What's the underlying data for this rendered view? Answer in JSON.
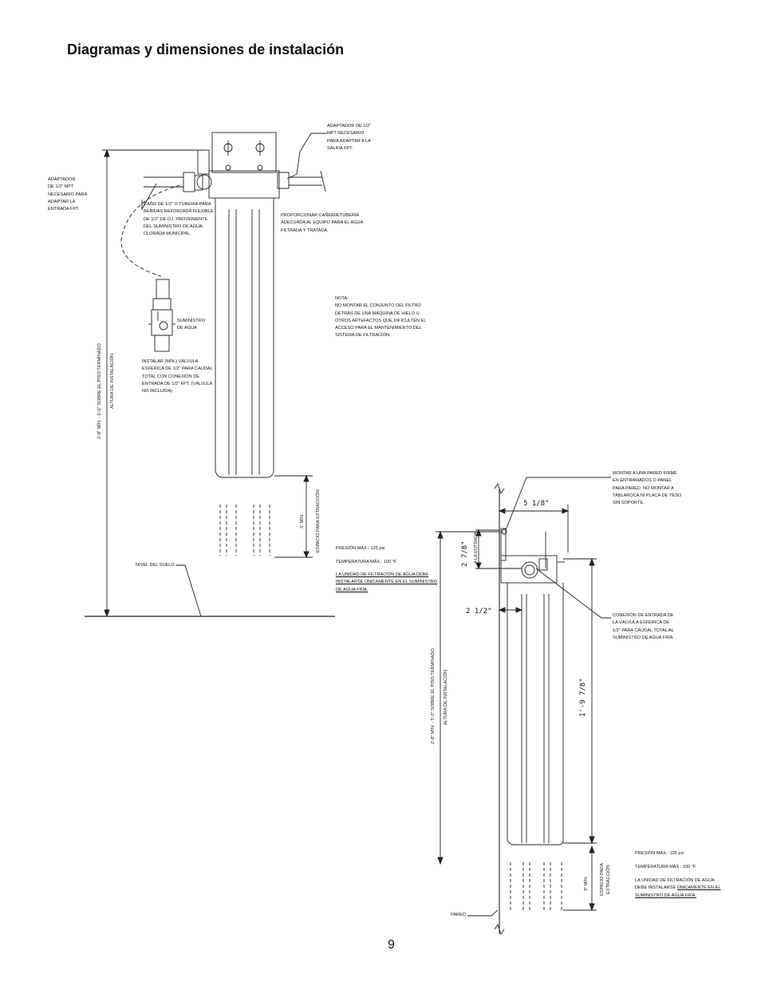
{
  "page": {
    "title": "Diagramas y dimensiones de instalación",
    "page_number": "9"
  },
  "left_diagram": {
    "adaptor_outlet": "ADAPTADOR DE 1/2\"\nMPT NECESARIO\nPARA ADAPTAR A LA\nSALIDA FPT.",
    "adaptor_inlet": "ADAPTADOR\nDE 1/2\" MPT\nNECESARIO PARA\nADAPTAR LA\nENTRADA FPT.",
    "tubing": "CAÑO DE 1/2\" O TUBERÍA PARA\nBEBIDAS REFORZADA FLEXIBLE\nDE 1/2\" DE D.I. PROVENIENTE\nDEL SUMINISTRO DE AGUA\nCLORADA MUNICIPAL.",
    "outlet_piping": "PROPORCIONAR CAÑERÍA/TUBERÍA\nADECUADA AL EQUIPO PARA EL AGUA\nFILTRADA Y TRATADA.",
    "water_supply": "SUMINISTRO\nDE AGUA",
    "note": "NOTA:\nNO MONTAR EL CONJUNTO DEL FILTRO\nDETRÁS DE UNA MÁQUINA DE HIELO U\nOTROS ARTEFACTOS QUE DIFICULTEN EL\nACCESO PARA EL MANTENIMIENTO DEL\nSISTEMA DE FILTRACIÓN.",
    "valve": "INSTALAR (MÍN.) VÁLVULA\nESFÉRICA DE 1/2\" PARA CAUDAL\nTOTAL CON CONEXIÓN DE\nENTRADA DE 1/2\" FPT. (VÁLVULA\nNO INCLUIDA)",
    "install_height_1": "2'-8\" MÍN. - 5'-0\" SOBRE EL PISO TERMINADO",
    "install_height_2": "ALTURA DE INSTALACIÓN",
    "min_3": "3\" MÍN.",
    "extraction": "ESPACIO PARA EXTRACCIÓN",
    "floor": "NIVEL DEL SUELO",
    "pressure": "PRESIÓN MÁX.: 125 psi",
    "temperature": "TEMPERATURA MÁX.: 100 °F",
    "cold_water": "LA UNIDAD DE FILTRACIÓN DE AGUA DEBE\nINSTALARSE ÚNICAMENTE EN EL SUMINISTRO\nDE AGUA FRÍA."
  },
  "right_diagram": {
    "wall_mount": "MONTAR A UNA PARED FIRME\nEN ENTRAMADOS O PANEL\nPARA PARED. NO MONTAR A\nTABLAROCA NI PLACA DE YESO\nSIN SOPORTE.",
    "dim_width": "5 1/8\"",
    "dim_inlet": "2 7/8\"",
    "to_inlet": "A LA ENTRADA",
    "dim_offset": "2 1/2\"",
    "inlet_connection": "CONEXIÓN DE ENTRADA DE\nLA VÁLVULA ESFÉRICA DE\n1/2\" PARA CAUDAL TOTAL AL\nSUMINISTRO DE AGUA FRÍA",
    "dim_height": "1'-9 7/8\"",
    "install_height_1": "2'-8\" MÍN. - 5'-0\" SOBRE EL PISO TERMINADO",
    "install_height_2": "ALTURA DE INSTALACIÓN",
    "min_3": "3\" MÍN.",
    "extraction_1": "ESPACIO PARA",
    "extraction_2": "EXTRACCIÓN",
    "wall": "PARED",
    "pressure": "PRESIÓN MÁX.: 125 psi",
    "temperature": "TEMPERATURA MÁX.: 100 °F",
    "cold_water_pre": "LA UNIDAD DE FILTRACIÓN DE AGUA\nDEBE INSTALARSE ",
    "cold_water_u": "ÚNICAMENTE EN EL\nSUMINISTRO DE AGUA FRÍA."
  }
}
